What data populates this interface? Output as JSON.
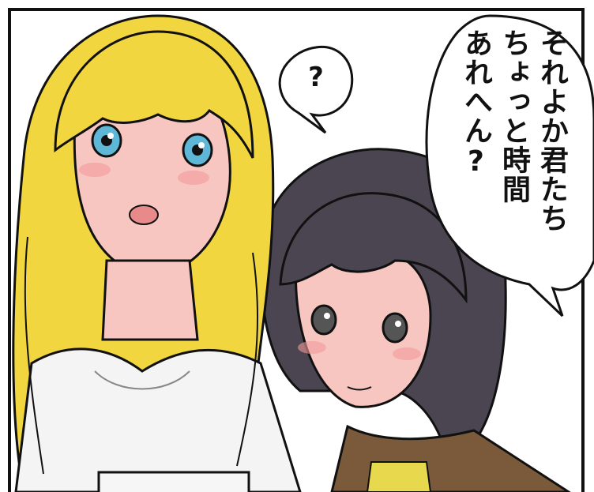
{
  "panel": {
    "speech_bubble_main": {
      "lines": [
        "それよか君たち",
        "ちょっと時間",
        "あれへん?"
      ]
    },
    "speech_bubble_small": {
      "text": "?"
    }
  },
  "colors": {
    "blonde_hair": "#f2d640",
    "dark_hair": "#4a4550",
    "skin": "#f7c6c0",
    "white_top": "#f4f4f4",
    "brown_jacket": "#7a5a3a",
    "eye_blue": "#5fb7d8"
  }
}
